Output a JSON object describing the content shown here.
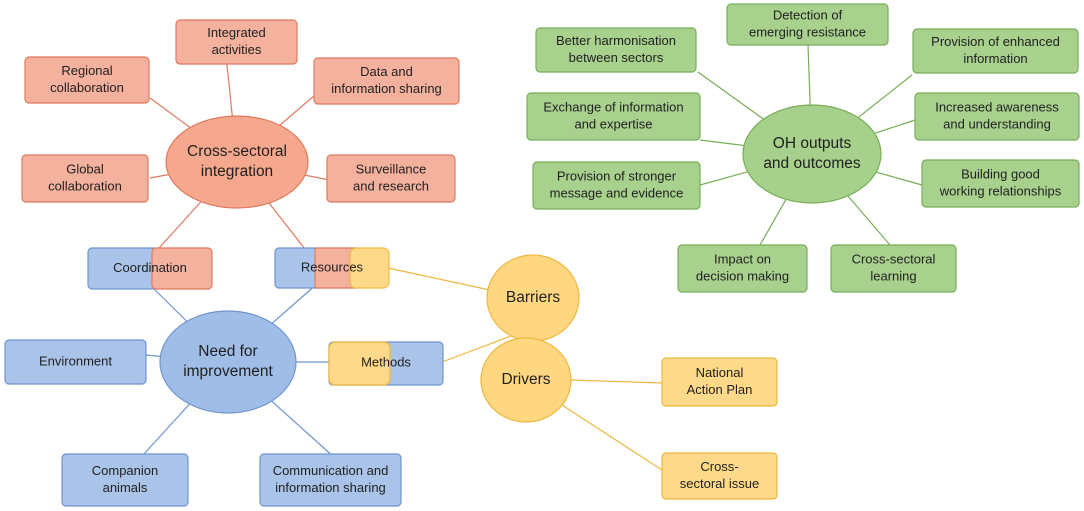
{
  "colors": {
    "orange_fill": "#f4b19d",
    "orange_stroke": "#e07a5f",
    "orange_hub": "#f5a88e",
    "blue_fill": "#a9c4e8",
    "blue_stroke": "#6f95cf",
    "blue_hub": "#9fbde6",
    "green_fill": "#a9d18e",
    "green_stroke": "#78ad58",
    "green_hub": "#a6d08b",
    "yellow_fill": "#ffd98a",
    "yellow_stroke": "#efb73f",
    "yellow_hub": "#ffd780"
  },
  "hubs": {
    "cross_sectoral": [
      "Cross-sectoral",
      "integration"
    ],
    "need_improvement": [
      "Need for",
      "improvement"
    ],
    "oh_outputs": [
      "OH outputs",
      "and outcomes"
    ],
    "barriers": [
      "Barriers"
    ],
    "drivers": [
      "Drivers"
    ]
  },
  "cross_sectoral_items": {
    "integrated": [
      "Integrated",
      "activities"
    ],
    "regional": [
      "Regional",
      "collaboration"
    ],
    "data_sharing": [
      "Data and",
      "information sharing"
    ],
    "global": [
      "Global",
      "collaboration"
    ],
    "surveillance": [
      "Surveillance",
      "and research"
    ]
  },
  "shared_items": {
    "coordination": [
      "Coordination"
    ],
    "resources": [
      "Resources"
    ],
    "methods": [
      "Methods"
    ]
  },
  "improvement_items": {
    "environment": [
      "Environment"
    ],
    "companion": [
      "Companion",
      "animals"
    ],
    "communication": [
      "Communication and",
      "information sharing"
    ]
  },
  "outcome_items": {
    "detection": [
      "Detection of",
      "emerging resistance"
    ],
    "harmonisation": [
      "Better harmonisation",
      "between sectors"
    ],
    "enhanced_info": [
      "Provision of enhanced",
      "information"
    ],
    "exchange": [
      "Exchange of information",
      "and expertise"
    ],
    "awareness": [
      "Increased awareness",
      "and understanding"
    ],
    "stronger_message": [
      "Provision of stronger",
      "message and evidence"
    ],
    "relationships": [
      "Building good",
      "working relationships"
    ],
    "decision": [
      "Impact on",
      "decision making"
    ],
    "learning": [
      "Cross-sectoral",
      "learning"
    ]
  },
  "driver_items": {
    "nap": [
      "National",
      "Action Plan"
    ],
    "cross_issue": [
      "Cross-",
      "sectoral issue"
    ]
  }
}
